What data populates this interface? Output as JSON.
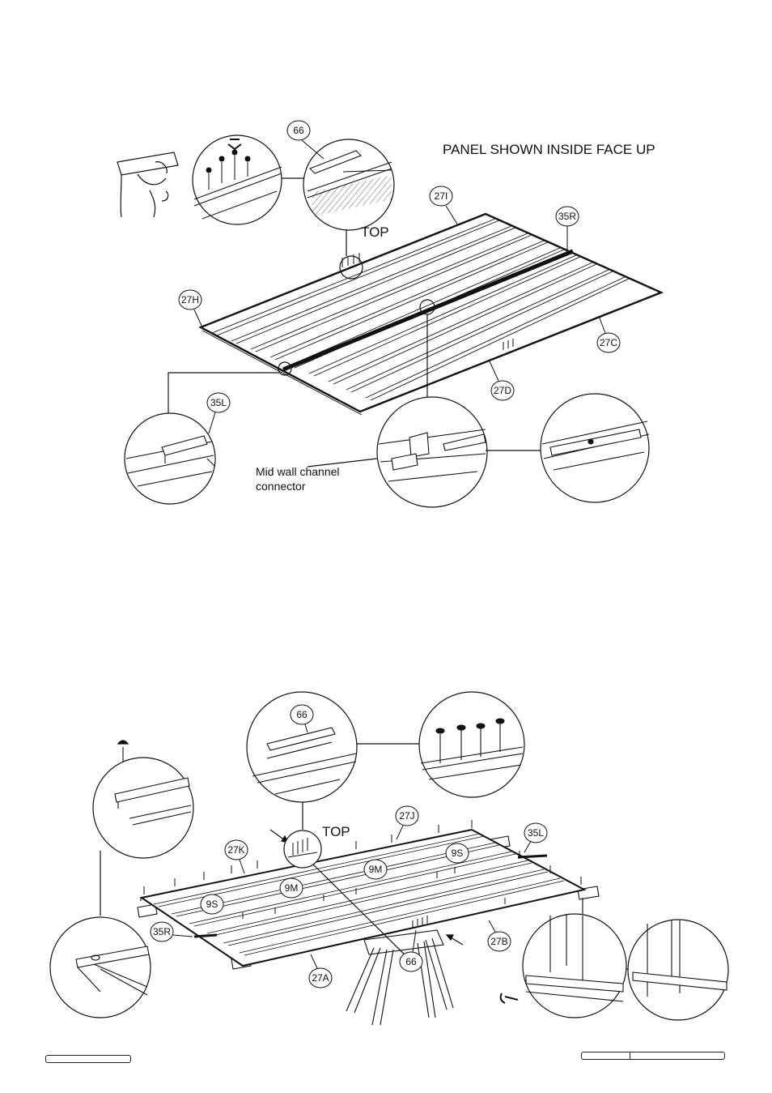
{
  "figure_top": {
    "caption": "PANEL SHOWN INSIDE FACE UP",
    "top_label": "TOP",
    "callout": "Mid wall channel connector",
    "callout_line1": "Mid wall channel",
    "callout_line2": "connector",
    "parts": {
      "p66": "66",
      "p27I": "27I",
      "p35R": "35R",
      "p27H": "27H",
      "p27C": "27C",
      "p27D": "27D",
      "p35L": "35L"
    }
  },
  "figure_bottom": {
    "top_label": "TOP",
    "parts": {
      "p66a": "66",
      "p27J": "27J",
      "p35L": "35L",
      "p27K": "27K",
      "p9S_a": "9S",
      "p9M_a": "9M",
      "p9M_b": "9M",
      "p9S_b": "9S",
      "p35R": "35R",
      "p66b": "66",
      "p27B": "27B",
      "p27A": "27A"
    }
  }
}
